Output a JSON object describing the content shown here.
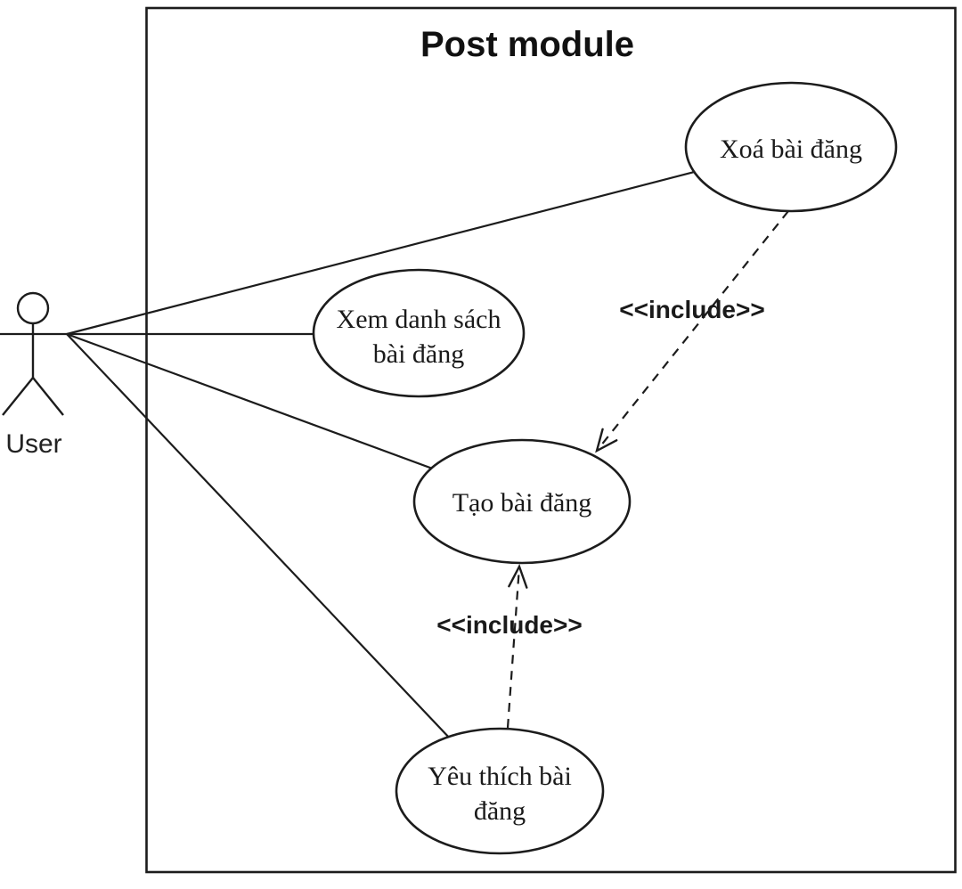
{
  "diagram": {
    "title": "Post module",
    "actor": {
      "name": "User"
    },
    "use_cases": [
      {
        "id": "delete-post",
        "lines": [
          "Xoá bài đăng",
          ""
        ]
      },
      {
        "id": "view-post-list",
        "lines": [
          "Xem danh sách",
          "bài đăng"
        ]
      },
      {
        "id": "create-post",
        "lines": [
          "Tạo bài đăng",
          ""
        ]
      },
      {
        "id": "like-post",
        "lines": [
          "Yêu thích bài",
          "đăng"
        ]
      }
    ],
    "associations": [
      {
        "from": "User",
        "to": "Xoá bài đăng"
      },
      {
        "from": "User",
        "to": "Xem danh sách bài đăng"
      },
      {
        "from": "User",
        "to": "Tạo bài đăng"
      },
      {
        "from": "User",
        "to": "Yêu thích bài đăng"
      }
    ],
    "includes": [
      {
        "from": "Xoá bài đăng",
        "to": "Tạo bài đăng",
        "label": "<<include>>"
      },
      {
        "from": "Yêu thích bài đăng",
        "to": "Tạo bài đăng",
        "label": "<<include>>"
      }
    ],
    "colors": {
      "line": "#1c1c1c",
      "background": "#ffffff"
    }
  }
}
